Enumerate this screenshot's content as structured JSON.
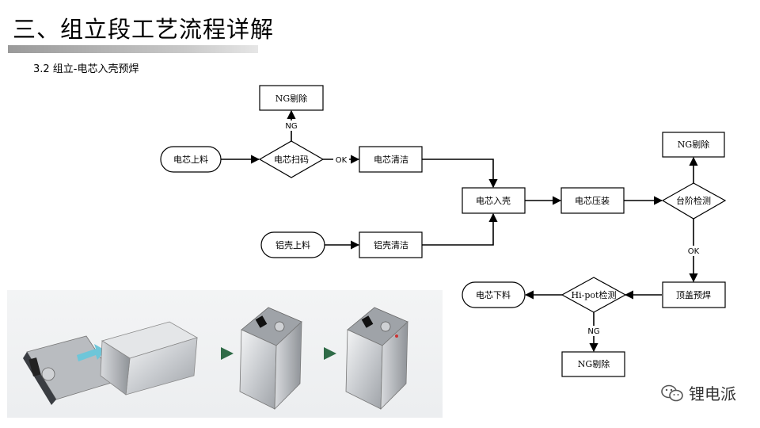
{
  "header": {
    "title": "三、组立段工艺流程详解",
    "subtitle": "3.2 组立-电芯入壳预焊"
  },
  "flow": {
    "nodes": {
      "cell_load": "电芯上料",
      "cell_scan": "电芯扫码",
      "ng_remove_1": "NG剔除",
      "cell_clean": "电芯清洁",
      "shell_load": "铝壳上料",
      "shell_clean": "铝壳清洁",
      "cell_in_shell": "电芯入壳",
      "cell_press": "电芯压装",
      "step_check": "台阶检测",
      "ng_remove_2": "NG剔除",
      "top_cover_weld": "顶盖预焊",
      "hipot_check": "Hi-pot检测",
      "cell_unload": "电芯下料",
      "ng_remove_3": "NG剔除"
    },
    "edge_labels": {
      "scan_ng": "NG",
      "scan_ok": "OK",
      "step_ok": "OK",
      "hipot_ng": "NG"
    }
  },
  "watermark": {
    "label": "锂电派",
    "icon": "wechat-icon"
  },
  "photo": {
    "icon": "cell-insertion-photo"
  }
}
